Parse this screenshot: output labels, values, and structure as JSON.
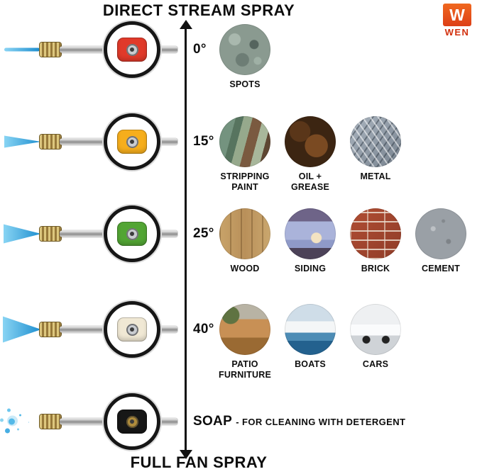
{
  "titles": {
    "top": "DIRECT STREAM SPRAY",
    "bottom": "FULL FAN SPRAY"
  },
  "logo": {
    "letter": "W",
    "brand": "WEN",
    "color": "#dd3f16"
  },
  "colors": {
    "spray_blue": "#3fb0e6",
    "axis_black": "#111111"
  },
  "rows": [
    {
      "id": "0-degree",
      "angle": "0°",
      "tip_color": "#e03a2a",
      "orifice_color": "#c9ccd0",
      "items": [
        {
          "name": "spots",
          "label": "SPOTS"
        }
      ]
    },
    {
      "id": "15-degree",
      "angle": "15°",
      "tip_color": "#f6ae1c",
      "orifice_color": "#c9ccd0",
      "items": [
        {
          "name": "stripping-paint",
          "label": "STRIPPING\nPAINT"
        },
        {
          "name": "oil-grease",
          "label": "OIL +\nGREASE"
        },
        {
          "name": "metal",
          "label": "METAL"
        }
      ]
    },
    {
      "id": "25-degree",
      "angle": "25°",
      "tip_color": "#52a534",
      "orifice_color": "#c9ccd0",
      "items": [
        {
          "name": "wood",
          "label": "WOOD"
        },
        {
          "name": "siding",
          "label": "SIDING"
        },
        {
          "name": "brick",
          "label": "BRICK"
        },
        {
          "name": "cement",
          "label": "CEMENT"
        }
      ]
    },
    {
      "id": "40-degree",
      "angle": "40°",
      "tip_color": "#f0e8d4",
      "orifice_color": "#c9ccd0",
      "items": [
        {
          "name": "patio-furniture",
          "label": "PATIO\nFURNITURE"
        },
        {
          "name": "boats",
          "label": "BOATS"
        },
        {
          "name": "cars",
          "label": "CARS"
        }
      ]
    },
    {
      "id": "soap",
      "angle": "SOAP",
      "angle_suffix": "- FOR CLEANING WITH DETERGENT",
      "tip_color": "#171717",
      "orifice_color": "#b08c3c",
      "items": []
    }
  ]
}
